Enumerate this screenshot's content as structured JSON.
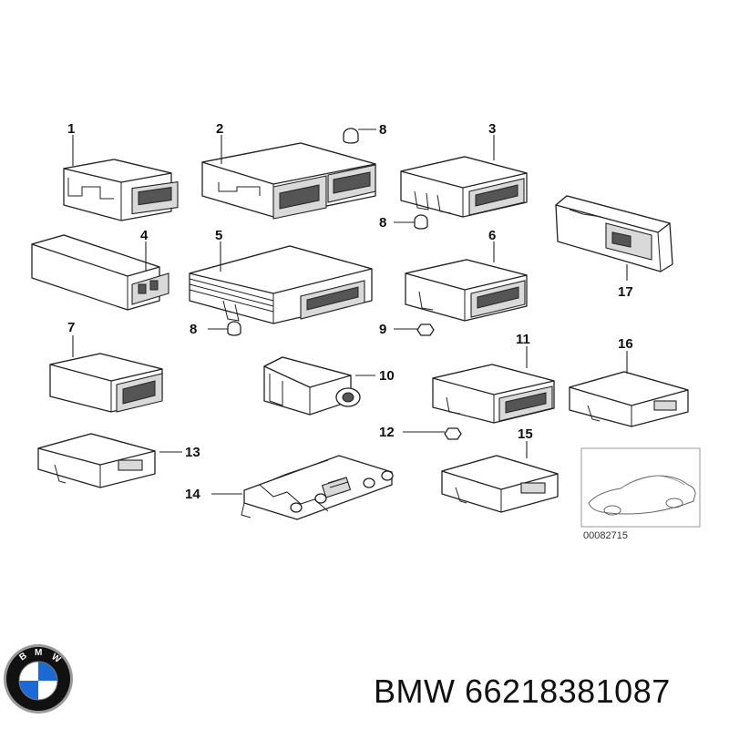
{
  "callouts": [
    "1",
    "2",
    "3",
    "4",
    "5",
    "6",
    "7",
    "8",
    "9",
    "10",
    "11",
    "12",
    "13",
    "14",
    "15",
    "16",
    "17"
  ],
  "reference_number": "00082715",
  "brand": "BMW",
  "part_number": "66218381087",
  "logo": {
    "name": "bmw-roundel",
    "letters": "BMW",
    "colors": {
      "blue": "#1c69d4",
      "white": "#ffffff",
      "ring": "#111111",
      "chrome": "#9a9a9a"
    }
  }
}
